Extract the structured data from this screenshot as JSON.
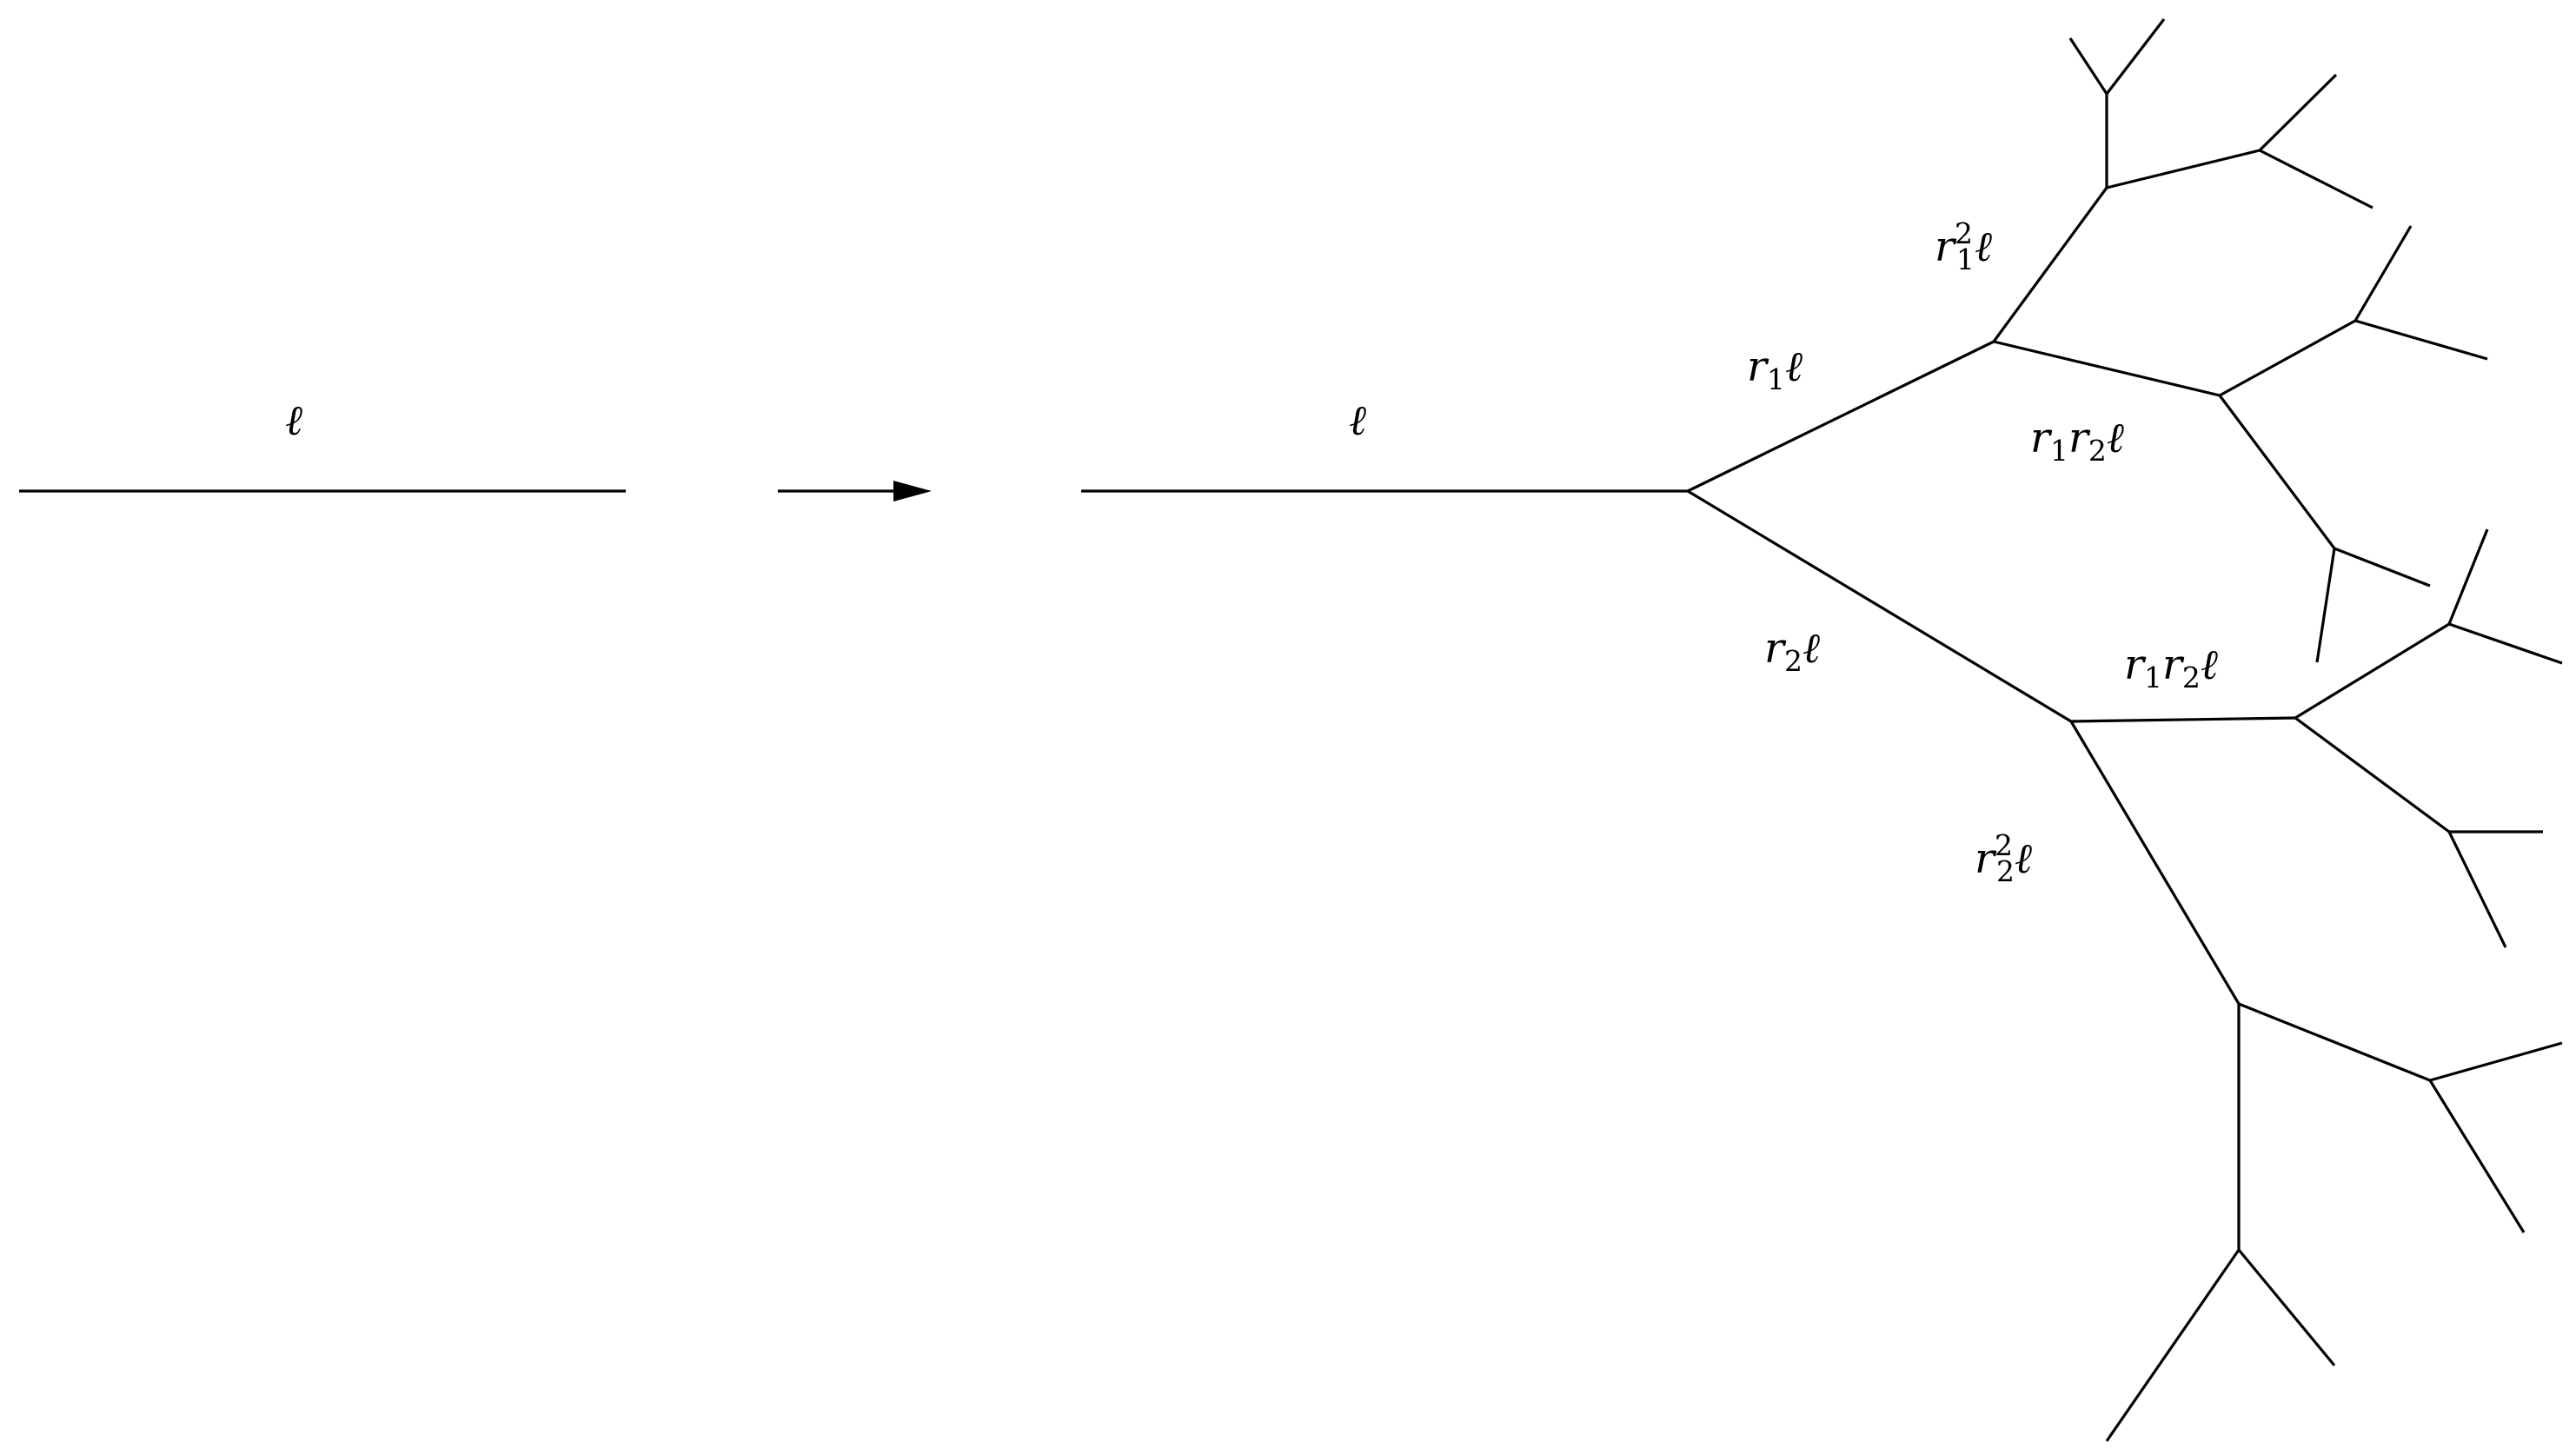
{
  "labels": {
    "seed_length": "ℓ",
    "trunk_length": "ℓ",
    "upper_branch": {
      "r": "r",
      "sub": "1",
      "l": "ℓ"
    },
    "lower_branch": {
      "r": "r",
      "sub": "2",
      "l": "ℓ"
    },
    "upper_upper": {
      "r": "r",
      "sup": "2",
      "sub": "1",
      "l": "ℓ"
    },
    "upper_lower": {
      "r1": "r",
      "sub1": "1",
      "r2": "r",
      "sub2": "2",
      "l": "ℓ"
    },
    "lower_upper": {
      "r1": "r",
      "sub1": "1",
      "r2": "r",
      "sub2": "2",
      "l": "ℓ"
    },
    "lower_lower": {
      "r": "r",
      "sup": "2",
      "sub": "2",
      "l": "ℓ"
    }
  },
  "colors": {
    "stroke": "#000000",
    "background": "#ffffff"
  }
}
